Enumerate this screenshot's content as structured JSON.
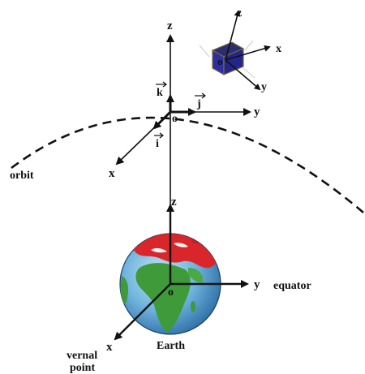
{
  "labels": {
    "sat_z": "z",
    "sat_x": "x",
    "sat_y": "y",
    "sat_o": "o",
    "orb_z": "z",
    "orb_y": "y",
    "orb_x": "x",
    "orb_o": "o",
    "vec_k": "k",
    "vec_j": "j",
    "vec_i": "i",
    "orbit": "orbit",
    "earth_z": "z",
    "earth_y": "y",
    "earth_x": "x",
    "earth_o": "o",
    "equator": "equator",
    "earth": "Earth",
    "vernal_line1": "vernal",
    "vernal_line2": "point"
  },
  "colors": {
    "ink": "#111111",
    "ocean": "#4a90c8",
    "ocean_light": "#9fd0ea",
    "land_green": "#3f9a3a",
    "land_red": "#d8262a",
    "cube": "#2a2e8c"
  }
}
